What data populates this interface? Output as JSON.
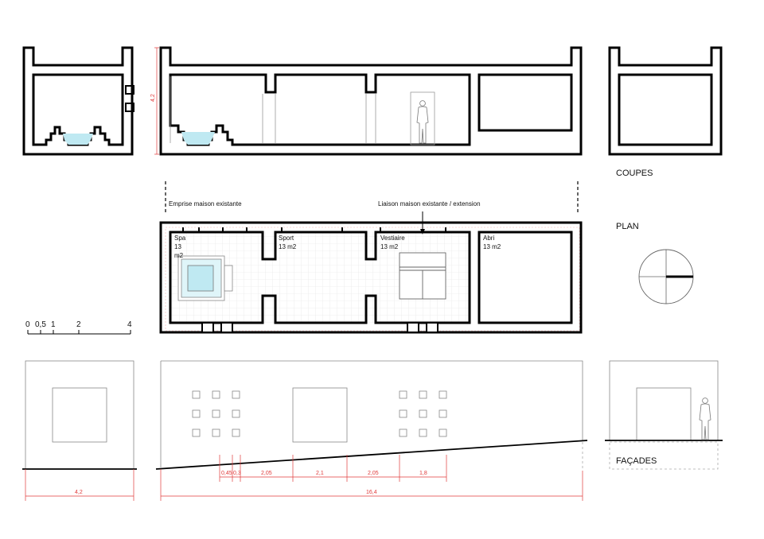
{
  "titles": {
    "coupes": "COUPES",
    "plan": "PLAN",
    "facades": "FAÇADES"
  },
  "plan_labels": {
    "emprise": "Emprise maison existante",
    "liaison": "Liaison maison existante / extension"
  },
  "rooms": [
    {
      "name": "Spa",
      "area_lines": [
        "13",
        "m2"
      ]
    },
    {
      "name": "Sport",
      "area": "13 m2"
    },
    {
      "name": "Vestiaire",
      "area": "13 m2"
    },
    {
      "name": "Abri",
      "area": "13 m2"
    }
  ],
  "scale_bar": {
    "ticks": [
      "0",
      "0,5",
      "1",
      "2",
      "4"
    ]
  },
  "dimensions": {
    "section_height": "4,2",
    "facade_left_width": "4,2",
    "facade_total_width": "16,4",
    "facade_segments": [
      "0,45",
      "0,3",
      "2,05",
      "2,1",
      "2,05",
      "1,8"
    ]
  },
  "colors": {
    "water": "#bfe9f2",
    "dimension": "#e03a3a",
    "grid": "#e3e3e3"
  }
}
